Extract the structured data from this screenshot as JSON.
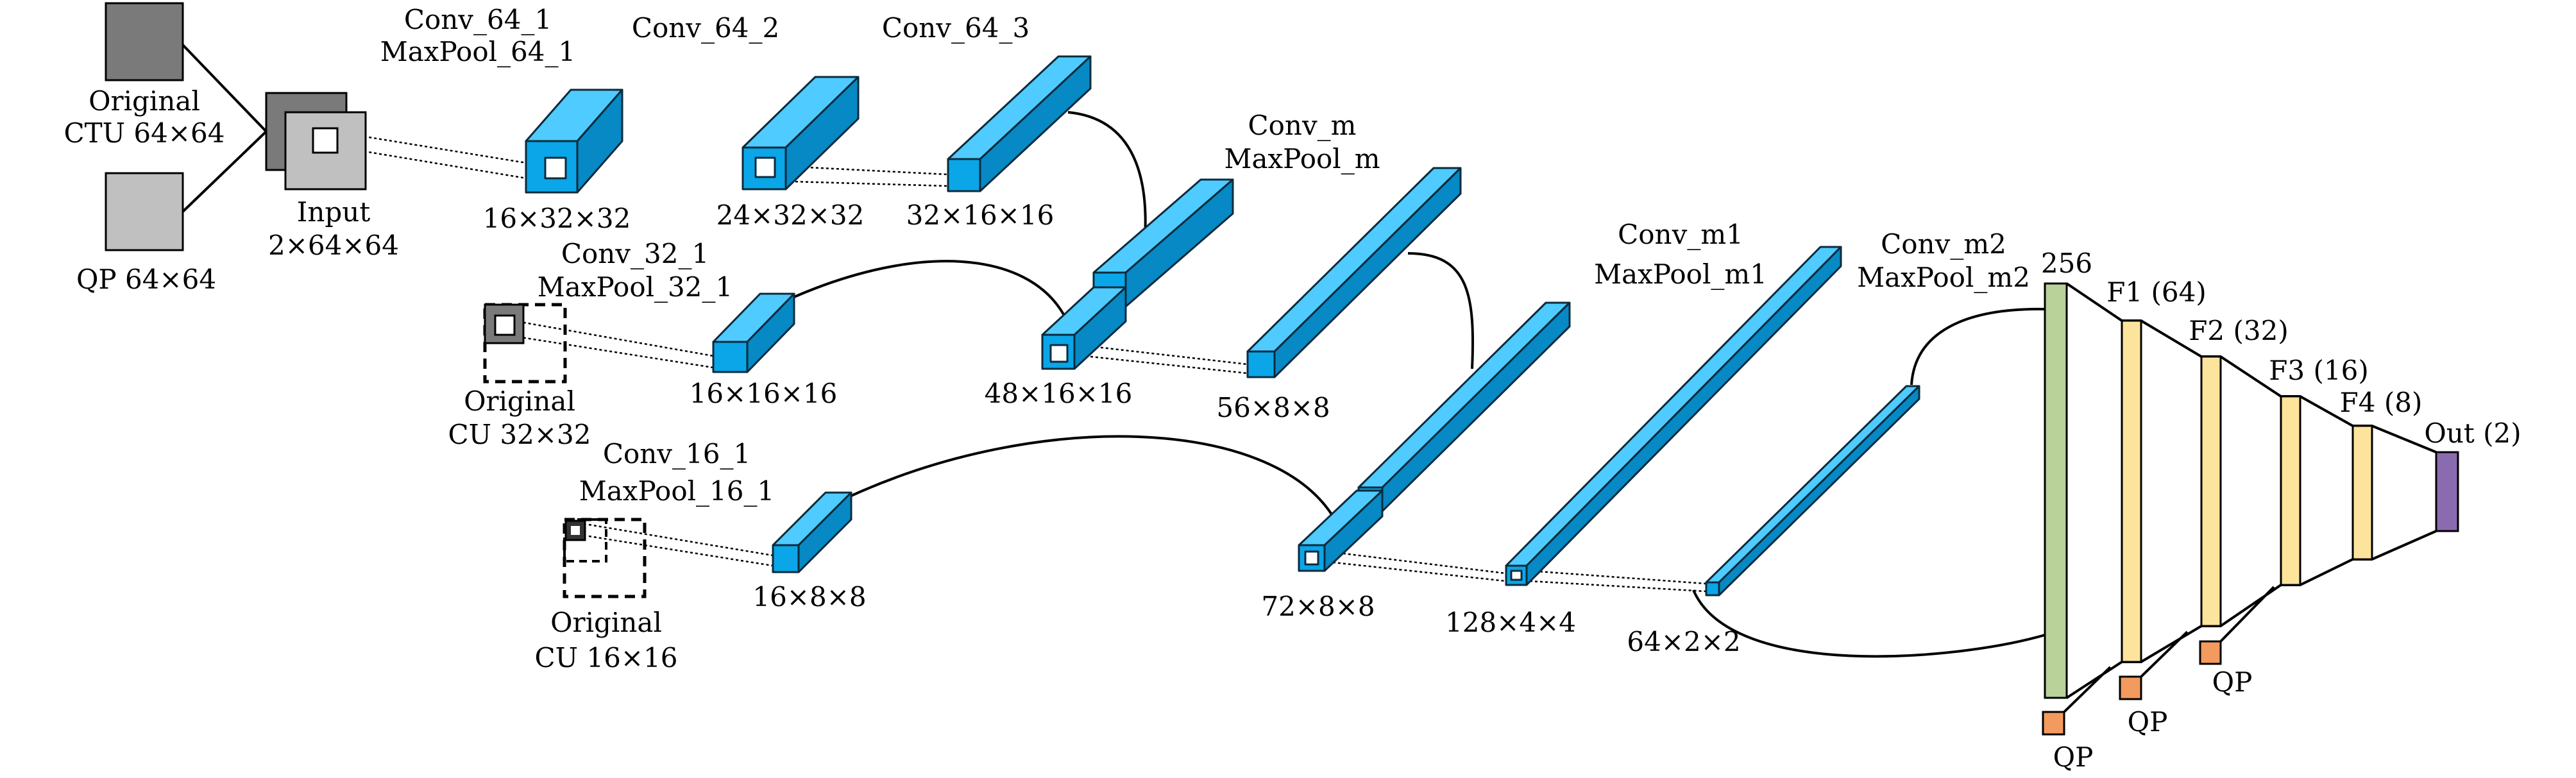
{
  "colors": {
    "original_ctu": "#7a7a7a",
    "qp_map": "#c0c0c0",
    "box_front": "#0aa6e8",
    "box_top": "#4fcbff",
    "box_side": "#0689c4",
    "box_edge": "#0b2b3d",
    "fc_256": "#b8d29a",
    "fc_hidden": "#fde49c",
    "fc_out": "#8b6bb0",
    "qp_node": "#f39a5e",
    "line": "#000000"
  },
  "inputs": {
    "original_ctu": "Original\nCTU 64×64",
    "qp": "QP 64×64",
    "input": "Input\n2×64×64",
    "original_cu32": "Original\nCU 32×32",
    "original_cu16": "Original\nCU 16×16"
  },
  "layers": {
    "conv_64_1": "Conv_64_1\nMaxPool_64_1",
    "conv_64_2": "Conv_64_2",
    "conv_64_3": "Conv_64_3",
    "conv_32_1": "Conv_32_1\nMaxPool_32_1",
    "conv_16_1": "Conv_16_1\nMaxPool_16_1",
    "conv_m": "Conv_m\nMaxPool_m",
    "conv_m1": "Conv_m1\nMaxPool_m1",
    "conv_m2": "Conv_m2\nMaxPool_m2"
  },
  "shapes": {
    "s1": "16×32×32",
    "s2": "24×32×32",
    "s3": "32×16×16",
    "s4": "16×16×16",
    "s5": "48×16×16",
    "s6": "56×8×8",
    "s7": "16×8×8",
    "s8": "72×8×8",
    "s9": "128×4×4",
    "s10": "64×2×2"
  },
  "fc": {
    "f256": "256",
    "f1": "F1 (64)",
    "f2": "F2 (32)",
    "f3": "F3 (16)",
    "f4": "F4 (8)",
    "out": "Out (2)",
    "qp1": "QP",
    "qp2": "QP",
    "qp3": "QP"
  }
}
